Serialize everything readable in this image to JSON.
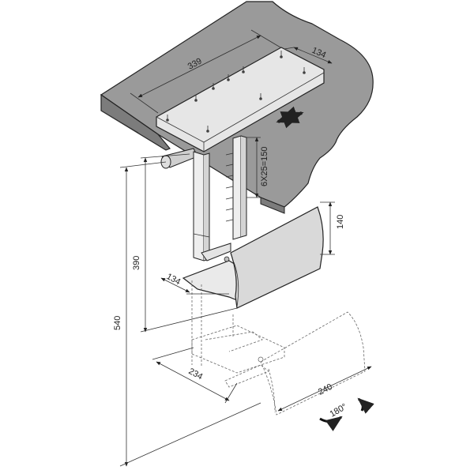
{
  "dimensions": {
    "plate_length": "339",
    "plate_width": "134",
    "hole_spacing": "6X25=150",
    "holder_height": "140",
    "min_height": "390",
    "max_height": "540",
    "holder_depth": "134",
    "holder_width_min": "234",
    "holder_width_max": "240",
    "rotation": "180°"
  }
}
